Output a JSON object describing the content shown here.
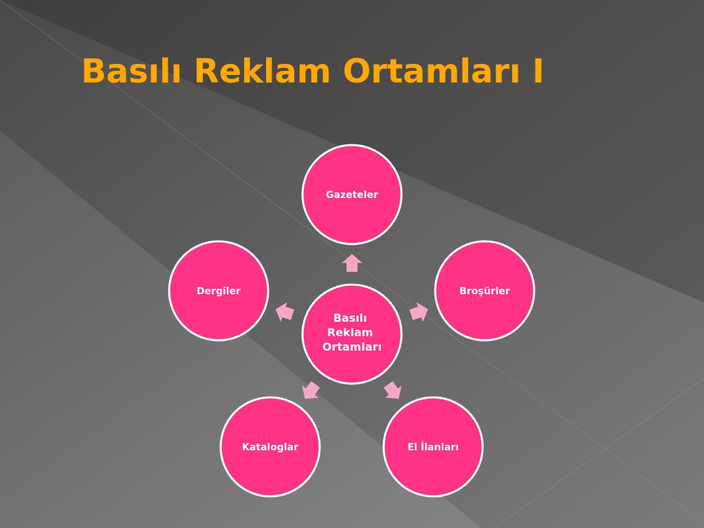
{
  "slide": {
    "title": "Basılı Reklam Ortamları I"
  },
  "colors": {
    "background_dark": "#3b3b3b",
    "background_light": "#8a8a8a",
    "title": "#FFA800",
    "node_fill": "#FF3385",
    "node_stroke": "#ffffff",
    "arrow_fill": "#F7A6C6",
    "label": "#ffffff"
  },
  "diagram": {
    "center": {
      "label_lines": [
        "Basılı",
        "Reklam",
        "Ortamları"
      ]
    },
    "nodes": [
      {
        "id": "gazeteler",
        "label": "Gazeteler"
      },
      {
        "id": "brosurler",
        "label": "Broşürler"
      },
      {
        "id": "el-ilanlari",
        "label": "El İlanları"
      },
      {
        "id": "kataloglar",
        "label": "Kataloglar"
      },
      {
        "id": "dergiler",
        "label": "Dergiler"
      }
    ]
  }
}
